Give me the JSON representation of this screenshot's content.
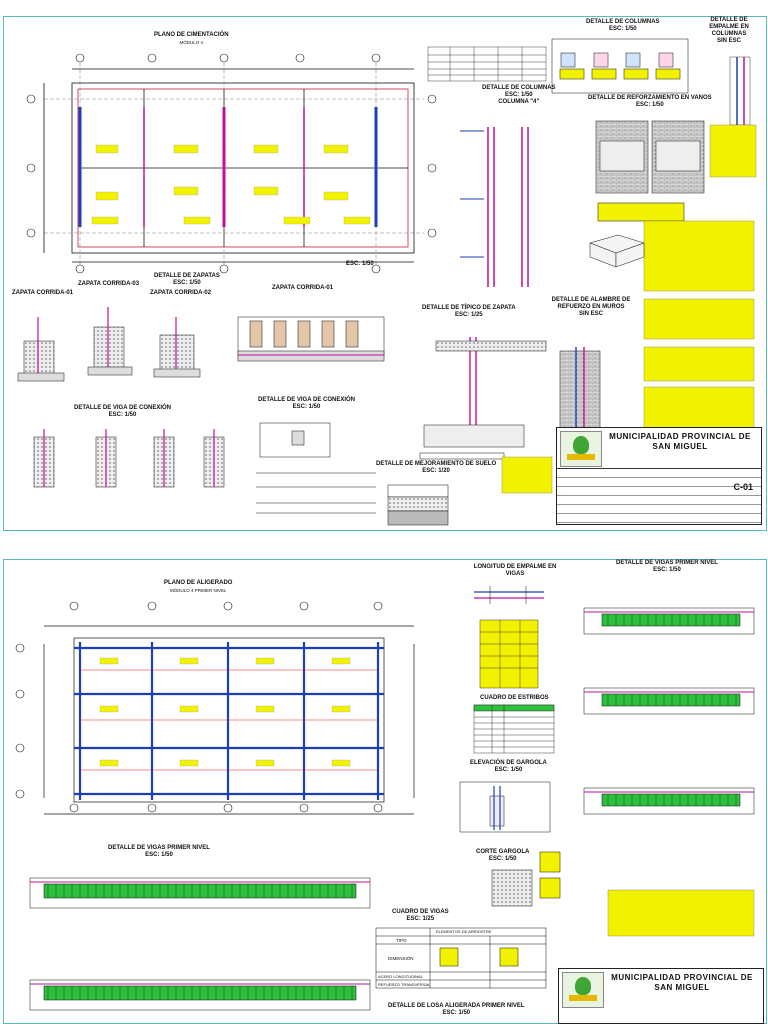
{
  "sheet1": {
    "plan_title": "PLANO DE CIMENTACIÓN",
    "plan_sub": "MÓDULO 4",
    "plan_scale": "ESC: 1/50",
    "columnas_title": "DETALLE DE COLUMNAS",
    "columnas_scale": "ESC: 1/50",
    "empalme_title": "DETALLE DE EMPALME EN COLUMNAS",
    "empalme_scale": "SIN ESC",
    "columnas2_title": "DETALLE DE COLUMNAS",
    "columnas2_scale": "ESC: 1/50",
    "columna4": "COLUMNA \"4\"",
    "reforzamiento_title": "DETALLE DE REFORZAMIENTO EN VANOS",
    "reforzamiento_scale": "ESC: 1/50",
    "zapatas_title": "DETALLE DE ZAPATAS",
    "zapatas_scale": "ESC: 1/50",
    "zc03": "ZAPATA CORRIDA-03",
    "zc01a": "ZAPATA CORRIDA-01",
    "zc02": "ZAPATA CORRIDA-02",
    "zc01b": "ZAPATA CORRIDA-01",
    "tipico_zapata": "DETALLE DE TÍPICO DE ZAPATA",
    "tipico_scale": "ESC: 1/25",
    "alambre_title": "DETALLE DE ALAMBRE DE REFUERZO EN MUROS",
    "alambre_scale": "SIN ESC",
    "viga_conexion": "DETALLE DE VIGA DE CONEXIÓN",
    "viga_conexion_scale": "ESC: 1/50",
    "viga_conexion2": "DETALLE DE VIGA DE CONEXIÓN",
    "viga_conexion2_scale": "ESC: 1/50",
    "mejoramiento": "DETALLE DE MEJORAMIENTO DE SUELO",
    "mejoramiento_scale": "ESC: 1/20",
    "municipalidad": "MUNICIPALIDAD PROVINCIAL DE SAN MIGUEL",
    "lamina": "C-01"
  },
  "sheet2": {
    "plan_title": "PLANO DE ALIGERADO",
    "plan_sub": "MÓDULO 4 PRIMER NIVEL",
    "empalme_vigas": "LONGITUD DE EMPALME EN VIGAS",
    "vigas_primer_title": "DETALLE DE VIGAS PRIMER NIVEL",
    "vigas_primer_scale": "ESC: 1/50",
    "estribos": "CUADRO DE ESTRIBOS",
    "gargola": "ELEVACIÓN DE GARGOLA",
    "gargola_scale": "ESC: 1/50",
    "corte_gargola": "CORTE GARGOLA",
    "corte_gargola_scale": "ESC: 1/50",
    "vigas_primer2": "DETALLE DE VIGAS PRIMER NIVEL",
    "vigas_primer2_scale": "ESC: 1/50",
    "cuadro_vigas": "CUADRO DE VIGAS",
    "cuadro_vigas_scale": "ESC: 1/25",
    "cuadro_rows": [
      "ELEMENTOS DE ARRIOSTRE",
      "TIPO",
      "DIMENSIÓN",
      "ACERO LONGITUDINAL",
      "REFUERZO TRANSVERSAL"
    ],
    "losa_title": "DETALLE DE LOSA ALIGERADA PRIMER NIVEL",
    "losa_scale": "ESC: 1/50",
    "municipalidad": "MUNICIPALIDAD PROVINCIAL DE SAN MIGUEL"
  }
}
